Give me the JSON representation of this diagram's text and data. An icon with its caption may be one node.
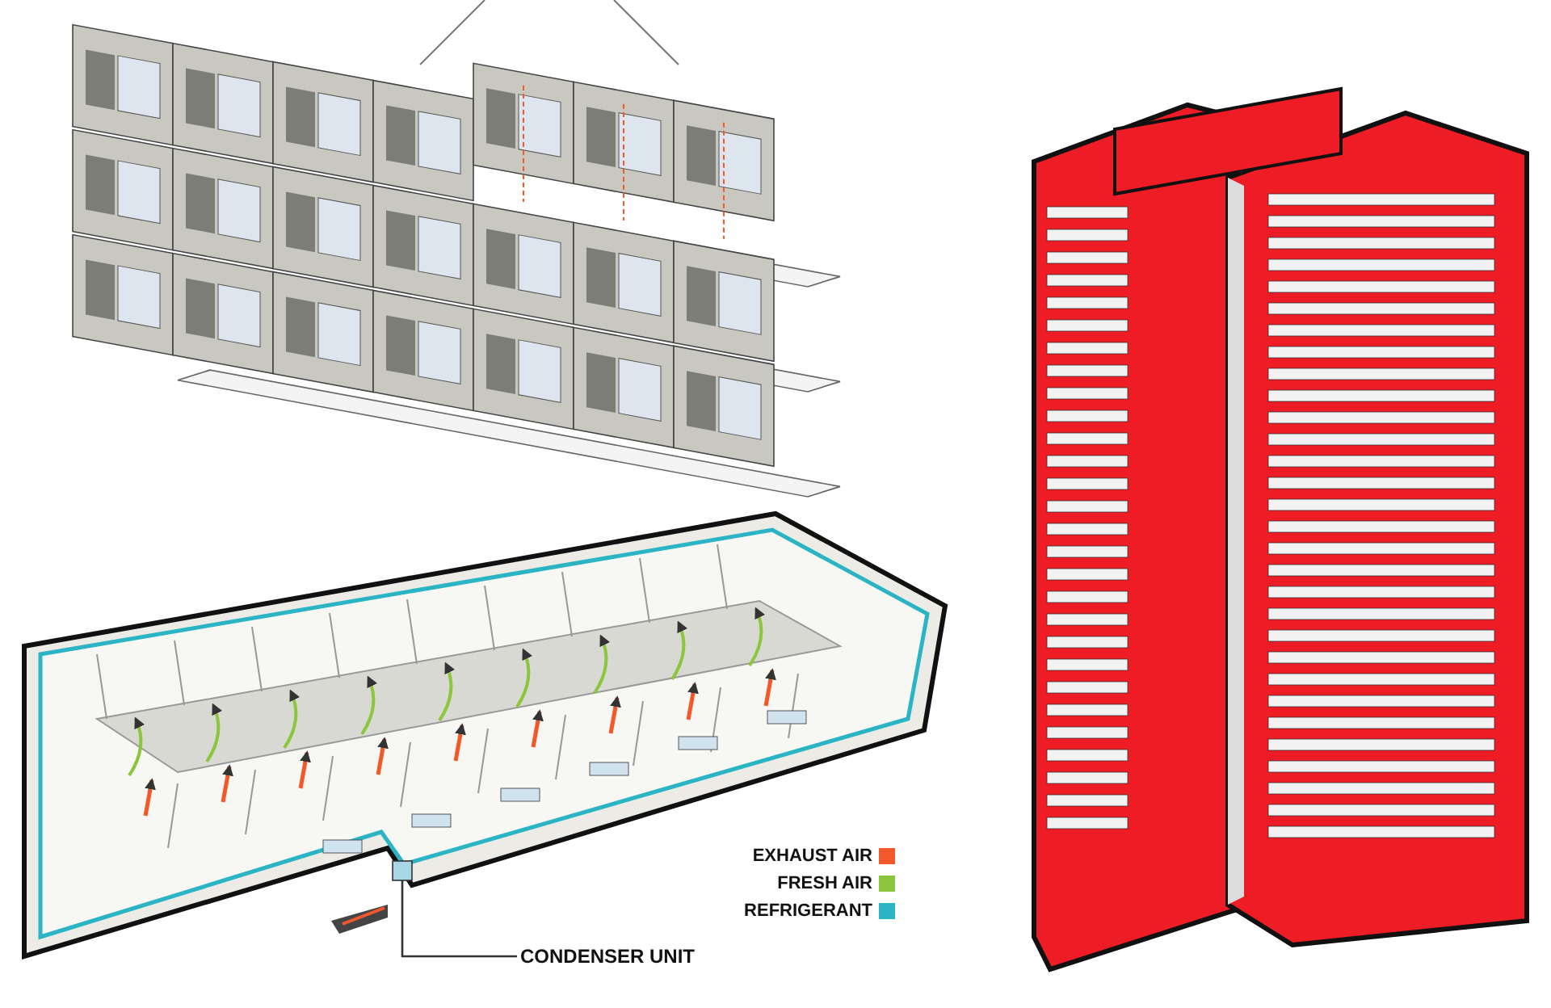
{
  "diagram": {
    "nodes": [
      {
        "text": [
          "CONDENSER UNIT"
        ]
      },
      {
        "text": [],
        "shape": "box"
      }
    ],
    "edges": [
      {
        "from": 0,
        "to": 1,
        "arrow": "none"
      }
    ],
    "legend": [
      {
        "text": "EXHAUST AIR",
        "color": "#f2582a"
      },
      {
        "text": "FRESH AIR",
        "color": "#8cc63f"
      },
      {
        "text": "REFRIGERANT",
        "color": "#2bb5c4"
      }
    ]
  }
}
